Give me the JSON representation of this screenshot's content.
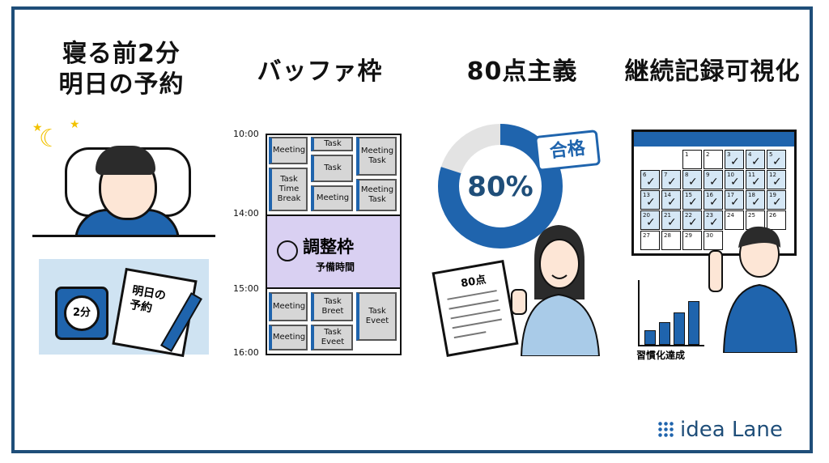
{
  "panels": [
    {
      "title_line1": "寝る前2分",
      "title_line2": "明日の予約",
      "clock_label": "2分",
      "note_line1": "明日の",
      "note_line2": "予約"
    },
    {
      "title": "バッファ枠",
      "times": [
        "10:00",
        "14:00",
        "15:00",
        "16:00"
      ],
      "blocks": {
        "c1": "Meeting",
        "c2": "Task",
        "c3": "Meeting Task",
        "c4": "Task",
        "c5": "Task Time Break",
        "c6": "Meeting",
        "c7": "Meeting Task",
        "d1": "Meeting",
        "d2": "Task Breet",
        "d3": "Task Eveet",
        "d4": "Meeting",
        "d5": "Task Eveet"
      },
      "buffer_title": "調整枠",
      "buffer_sub": "予備時間"
    },
    {
      "title": "80点主義",
      "percent_label": "80%",
      "percent_value": 80,
      "badge": "合格",
      "paper_score": "80点"
    },
    {
      "title": "継続記録可視化",
      "calendar_days": [
        "1",
        "2",
        "3",
        "4",
        "5",
        "6",
        "7",
        "8",
        "9",
        "10",
        "11",
        "12",
        "13",
        "14",
        "15",
        "16",
        "17",
        "18",
        "19",
        "20",
        "21",
        "22",
        "23",
        "24",
        "25",
        "26",
        "27",
        "28",
        "29",
        "30"
      ],
      "chart_label": "習慣化達成"
    }
  ],
  "logo": "idea Lane",
  "colors": {
    "accent": "#1f64ad",
    "frame": "#1f4e79",
    "buffer": "#d9d0f2",
    "calendar_fill": "#d5e7f5"
  }
}
